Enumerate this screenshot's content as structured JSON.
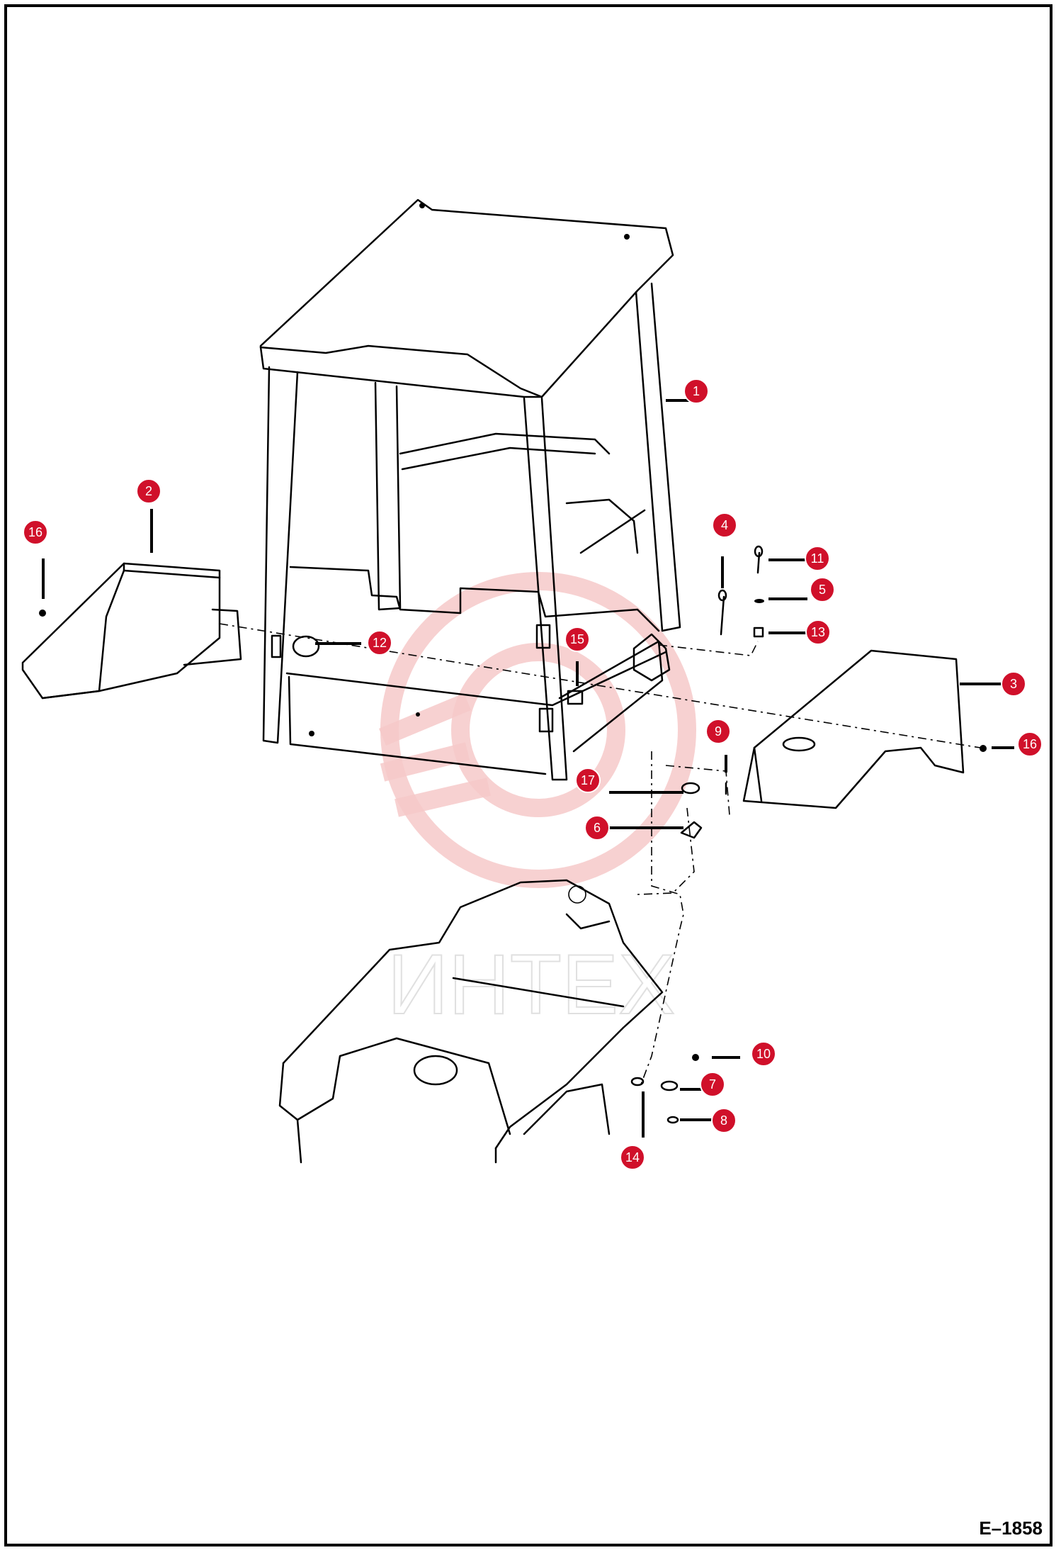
{
  "figure_id": "E–1858",
  "watermark_text": "ИНТЕХ",
  "colors": {
    "callout": "#d0102a",
    "line": "#000000",
    "watermark": "#f6c9c9"
  },
  "callouts": [
    {
      "number": "1"
    },
    {
      "number": "2"
    },
    {
      "number": "3"
    },
    {
      "number": "4"
    },
    {
      "number": "5"
    },
    {
      "number": "6"
    },
    {
      "number": "7"
    },
    {
      "number": "8"
    },
    {
      "number": "9"
    },
    {
      "number": "10"
    },
    {
      "number": "11"
    },
    {
      "number": "12"
    },
    {
      "number": "13"
    },
    {
      "number": "14"
    },
    {
      "number": "15"
    },
    {
      "number": "16"
    },
    {
      "number": "16"
    },
    {
      "number": "17"
    }
  ]
}
